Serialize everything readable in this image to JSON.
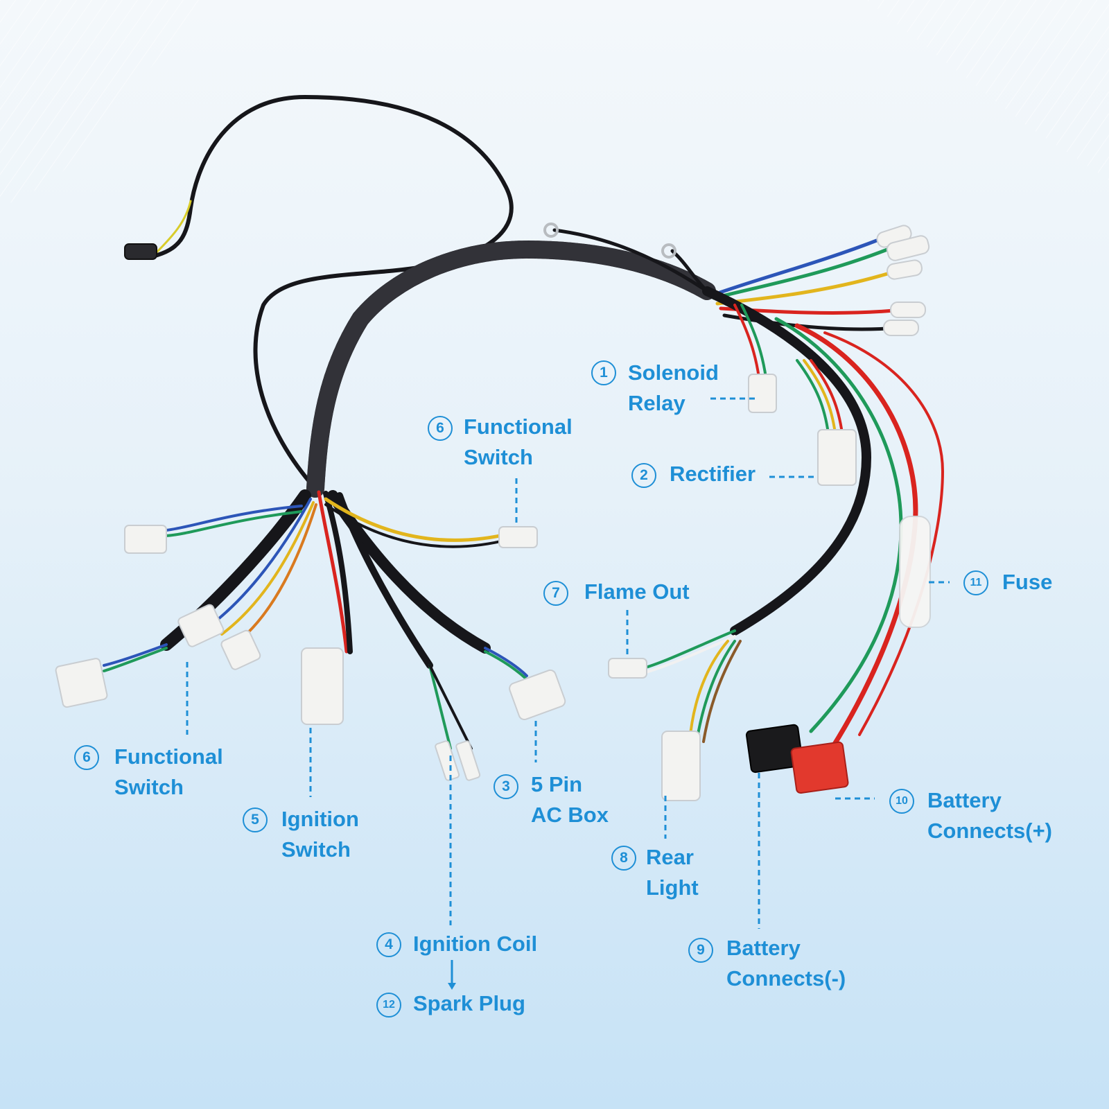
{
  "colors": {
    "accent": "#1e8fd6",
    "wire_black": "#16161a",
    "wire_red": "#d9241f",
    "wire_green": "#1f9a5a",
    "wire_yellow": "#e2b51d",
    "wire_blue": "#2c55b8",
    "connector_white": "#f3f3f1"
  },
  "callouts": [
    {
      "number": "1",
      "line1": "Solenoid",
      "line2": "Relay"
    },
    {
      "number": "2",
      "line1": "Rectifier",
      "line2": ""
    },
    {
      "number": "3",
      "line1": "5 Pin",
      "line2": "AC Box"
    },
    {
      "number": "4",
      "line1": "Ignition Coil",
      "line2": ""
    },
    {
      "number": "5",
      "line1": "Ignition",
      "line2": "Switch"
    },
    {
      "number": "6",
      "line1": "Functional",
      "line2": "Switch"
    },
    {
      "number": "6",
      "line1": "Functional",
      "line2": "Switch"
    },
    {
      "number": "7",
      "line1": "Flame Out",
      "line2": ""
    },
    {
      "number": "8",
      "line1": "Rear",
      "line2": "Light"
    },
    {
      "number": "9",
      "line1": "Battery",
      "line2": "Connects(-)"
    },
    {
      "number": "10",
      "line1": "Battery",
      "line2": "Connects(+)"
    },
    {
      "number": "11",
      "line1": "Fuse",
      "line2": ""
    },
    {
      "number": "12",
      "line1": "Spark Plug",
      "line2": ""
    }
  ]
}
